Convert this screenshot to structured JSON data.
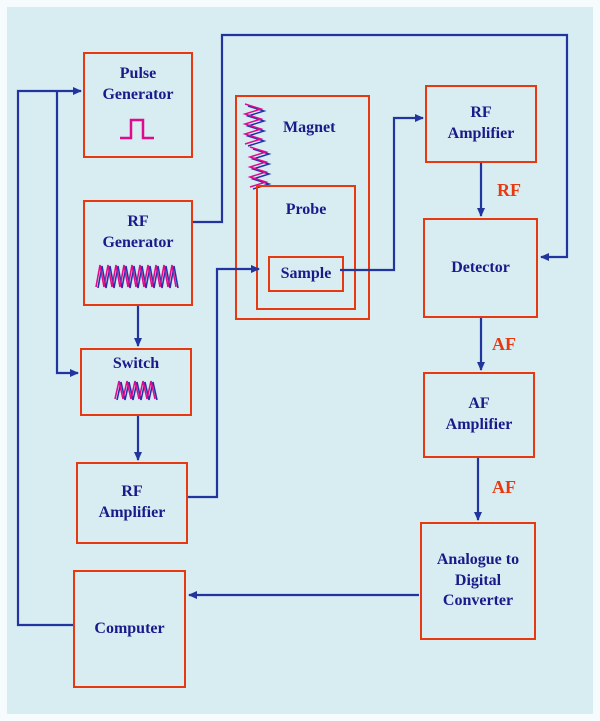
{
  "diagram": {
    "blocks": {
      "pulse_generator": {
        "label": "Pulse Generator"
      },
      "rf_generator": {
        "label": "RF Generator"
      },
      "switch": {
        "label": "Switch"
      },
      "rf_amplifier_tx": {
        "label": "RF Amplifier"
      },
      "computer": {
        "label": "Computer"
      },
      "magnet": {
        "label": "Magnet"
      },
      "probe": {
        "label": "Probe"
      },
      "sample": {
        "label": "Sample"
      },
      "rf_amplifier_rx": {
        "label": "RF Amplifier"
      },
      "detector": {
        "label": "Detector"
      },
      "af_amplifier": {
        "label": "AF Amplifier"
      },
      "adc": {
        "label": "Analogue to Digital Converter"
      }
    },
    "signal_labels": {
      "rf": "RF",
      "af_1": "AF",
      "af_2": "AF"
    },
    "icons": {
      "pulse_generator": "square-pulse-waveform-icon",
      "rf_generator": "rf-sine-waveform-icon",
      "switch": "rf-sine-waveform-icon",
      "magnet": "coil-waveform-icon"
    },
    "colors": {
      "background": "#d7edf2",
      "box_border": "#e8380f",
      "text": "#1a1a8a",
      "arrow": "#22359e",
      "signal_label": "#e8380f",
      "waveform_pink": "#e20a8c",
      "waveform_blue": "#2233aa"
    }
  }
}
